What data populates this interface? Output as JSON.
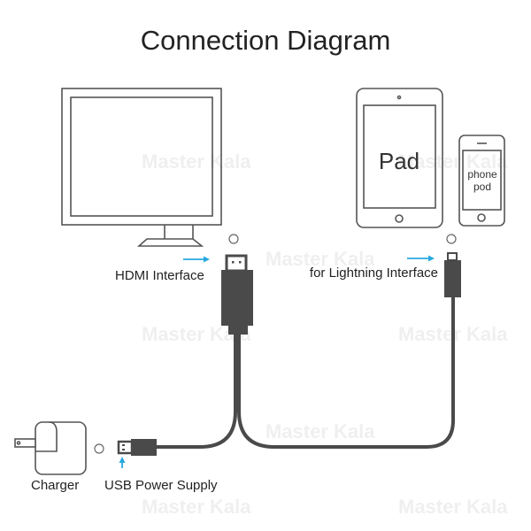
{
  "title": "Connection Diagram",
  "devices": {
    "tablet_label": "Pad",
    "phone_label_line1": "phone",
    "phone_label_line2": "pod"
  },
  "labels": {
    "hdmi": "HDMI Interface",
    "lightning": "for Lightning Interface",
    "charger": "Charger",
    "usb": "USB Power Supply"
  },
  "watermark": "Master Kala",
  "colors": {
    "arrow": "#29a8e0",
    "cable": "#4a4a4a",
    "outline": "#555555",
    "text": "#222222"
  }
}
